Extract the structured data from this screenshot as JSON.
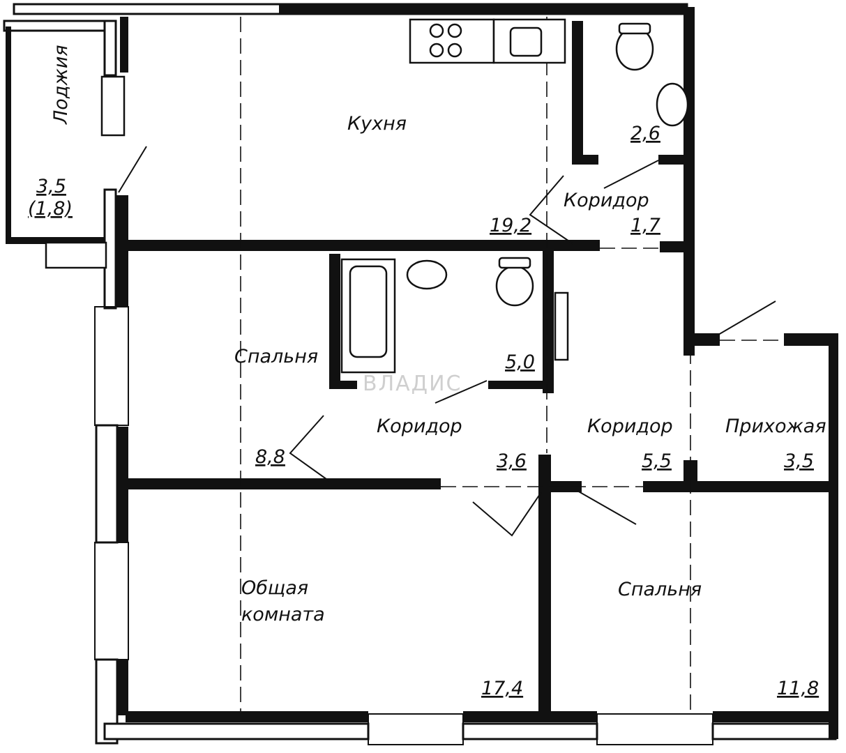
{
  "rooms": [
    {
      "name": "Лоджия",
      "area": "3,5",
      "area_secondary": "(1,8)"
    },
    {
      "name": "Кухня",
      "area": "19,2"
    },
    {
      "area": "2,6"
    },
    {
      "name": "Коридор",
      "area": "1,7"
    },
    {
      "name": "Спальня",
      "area": "8,8"
    },
    {
      "area": "5,0"
    },
    {
      "name": "Коридор",
      "area": "3,6"
    },
    {
      "name": "Коридор",
      "area": "5,5"
    },
    {
      "name": "Прихожая",
      "area": "3,5"
    },
    {
      "name_line1": "Общая",
      "name_line2": "комната",
      "area": "17,4"
    },
    {
      "name": "Спальня",
      "area": "11,8"
    }
  ],
  "watermark": "ВЛАДИС",
  "colors": {
    "ink": "#111111",
    "background": "#ffffff",
    "watermark": "#cfcfcf"
  }
}
